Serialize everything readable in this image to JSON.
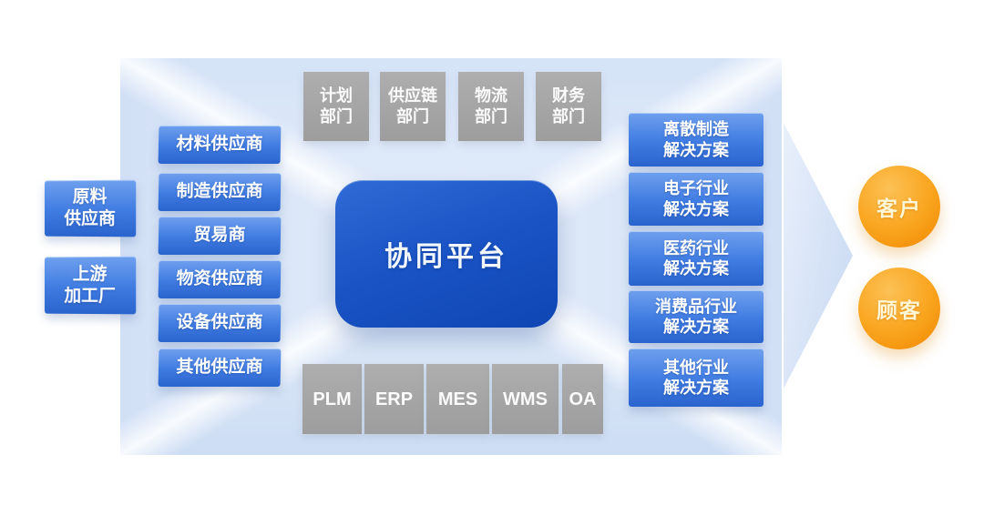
{
  "platform": {
    "label": "协同平台"
  },
  "left_chain": {
    "items": [
      "原料\n供应商",
      "上游\n加工厂"
    ]
  },
  "suppliers": {
    "items": [
      "材料供应商",
      "制造供应商",
      "贸易商",
      "物资供应商",
      "设备供应商",
      "其他供应商"
    ]
  },
  "departments": {
    "items": [
      "计划\n部门",
      "供应链\n部门",
      "物流\n部门",
      "财务\n部门"
    ]
  },
  "systems": {
    "items": [
      "PLM",
      "ERP",
      "MES",
      "WMS",
      "OA"
    ]
  },
  "solutions": {
    "items": [
      "离散制造\n解决方案",
      "电子行业\n解决方案",
      "医药行业\n解决方案",
      "消费品行业\n解决方案",
      "其他行业\n解决方案"
    ]
  },
  "customers": {
    "items": [
      "客户",
      "顾客"
    ]
  },
  "colors": {
    "box_blue_top": "#6fa0ee",
    "box_blue_bottom": "#2a63cd",
    "platform_blue": "#1a53c4",
    "gray_box": "#a2a2a2",
    "orange": "#f9a41d",
    "background_tint": "#d5e3f7"
  }
}
